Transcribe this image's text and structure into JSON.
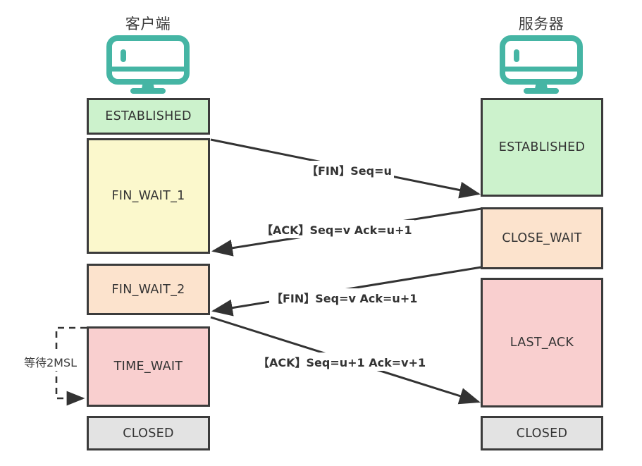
{
  "diagram": {
    "title": "TCP four-way handshake (connection termination)",
    "colors": {
      "established": "#ccf2cc",
      "fin_wait_1": "#fbf8cc",
      "fin_wait_2": "#fce3cd",
      "close_wait": "#fce3cd",
      "time_wait": "#f9cfcf",
      "last_ack": "#f9cfcf",
      "closed": "#e3e3e3",
      "border": "#3b3b3b",
      "icon": "#45b5a4",
      "text": "#333333"
    }
  },
  "columns": {
    "client": {
      "title": "客户端",
      "icon": "desktop-monitor-icon",
      "states": [
        {
          "id": "client-established",
          "label": "ESTABLISHED"
        },
        {
          "id": "client-fin-wait-1",
          "label": "FIN_WAIT_1"
        },
        {
          "id": "client-fin-wait-2",
          "label": "FIN_WAIT_2"
        },
        {
          "id": "client-time-wait",
          "label": "TIME_WAIT"
        },
        {
          "id": "client-closed",
          "label": "CLOSED"
        }
      ]
    },
    "server": {
      "title": "服务器",
      "icon": "desktop-monitor-icon",
      "states": [
        {
          "id": "server-established",
          "label": "ESTABLISHED"
        },
        {
          "id": "server-close-wait",
          "label": "CLOSE_WAIT"
        },
        {
          "id": "server-last-ack",
          "label": "LAST_ACK"
        },
        {
          "id": "server-closed",
          "label": "CLOSED"
        }
      ]
    }
  },
  "messages": [
    {
      "id": "msg-fin-1",
      "label": "【FIN】Seq=u",
      "direction": "client-to-server",
      "from": "client-fin-wait-1",
      "to": "server-established"
    },
    {
      "id": "msg-ack-1",
      "label": "【ACK】Seq=v Ack=u+1",
      "direction": "server-to-client",
      "from": "server-close-wait",
      "to": "client-fin-wait-1"
    },
    {
      "id": "msg-fin-2",
      "label": "【FIN】Seq=v Ack=u+1",
      "direction": "server-to-client",
      "from": "server-close-wait",
      "to": "client-fin-wait-2"
    },
    {
      "id": "msg-ack-2",
      "label": "【ACK】Seq=u+1 Ack=v+1",
      "direction": "client-to-server",
      "from": "client-fin-wait-2",
      "to": "server-last-ack"
    }
  ],
  "annotations": {
    "msl_wait": "等待2MSL"
  }
}
